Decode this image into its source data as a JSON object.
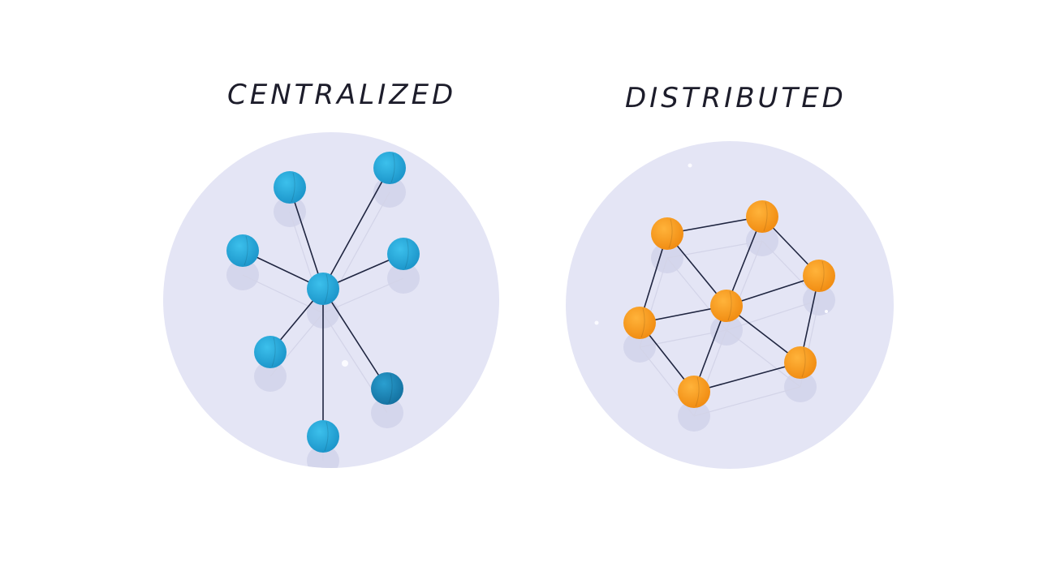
{
  "diagrams": [
    {
      "id": "centralized",
      "title": "CENTRALIZED",
      "node_color": "#22a6d8",
      "node_color_dark": "#1788b8",
      "topology": "star",
      "node_count": 8
    },
    {
      "id": "distributed",
      "title": "DISTRIBUTED",
      "node_color": "#f99c1c",
      "node_color_dark": "#e8840c",
      "topology": "mesh",
      "node_count": 7
    }
  ],
  "colors": {
    "background": "#ffffff",
    "circle_fill": "#e4e5f5",
    "node_shadow": "#cfd0e8",
    "edge": "#1f2540",
    "edge_faint": "#d3d4e8"
  }
}
